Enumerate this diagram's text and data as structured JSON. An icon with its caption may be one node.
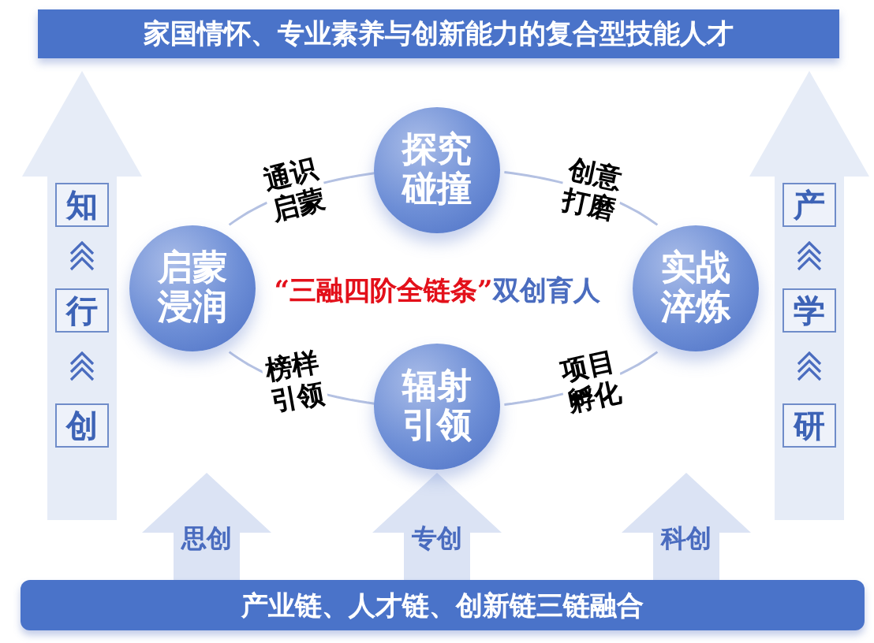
{
  "diagram": {
    "nodes": [
      {
        "text": [
          "家国情怀、专业素养与创新能力的复合型技能人才"
        ]
      },
      {
        "text": [
          "探究碰撞"
        ]
      },
      {
        "text": [
          "启蒙浸润"
        ]
      },
      {
        "text": [
          "实战淬炼"
        ]
      },
      {
        "text": [
          "辐射引领"
        ]
      },
      {
        "text": [],
        "shape": "arrow"
      },
      {
        "text": [
          "知"
        ],
        "in": 5
      },
      {
        "text": [
          "行"
        ],
        "in": 5
      },
      {
        "text": [
          "创"
        ],
        "in": 5
      },
      {
        "text": [],
        "shape": "arrow"
      },
      {
        "text": [
          "产"
        ],
        "in": 9
      },
      {
        "text": [
          "学"
        ],
        "in": 9
      },
      {
        "text": [
          "研"
        ],
        "in": 9
      },
      {
        "text": [
          "产业链、人才链、创新链三链融合"
        ]
      }
    ],
    "edges": [
      {
        "from": 2,
        "to": 1,
        "arrow": "none",
        "label": "通识启蒙"
      },
      {
        "from": 1,
        "to": 3,
        "arrow": "none",
        "label": "创意打磨"
      },
      {
        "from": 2,
        "to": 4,
        "arrow": "none",
        "label": "榜样引领"
      },
      {
        "from": 4,
        "to": 3,
        "arrow": "none",
        "label": "项目孵化"
      },
      {
        "from": 13,
        "to": null,
        "arrow": "to",
        "label": "思创"
      },
      {
        "from": 13,
        "to": null,
        "arrow": "to",
        "label": "专创"
      },
      {
        "from": 13,
        "to": null,
        "arrow": "to",
        "label": "科创"
      }
    ],
    "labels": [
      "“三融四阶全链条”",
      "双创育人"
    ]
  }
}
